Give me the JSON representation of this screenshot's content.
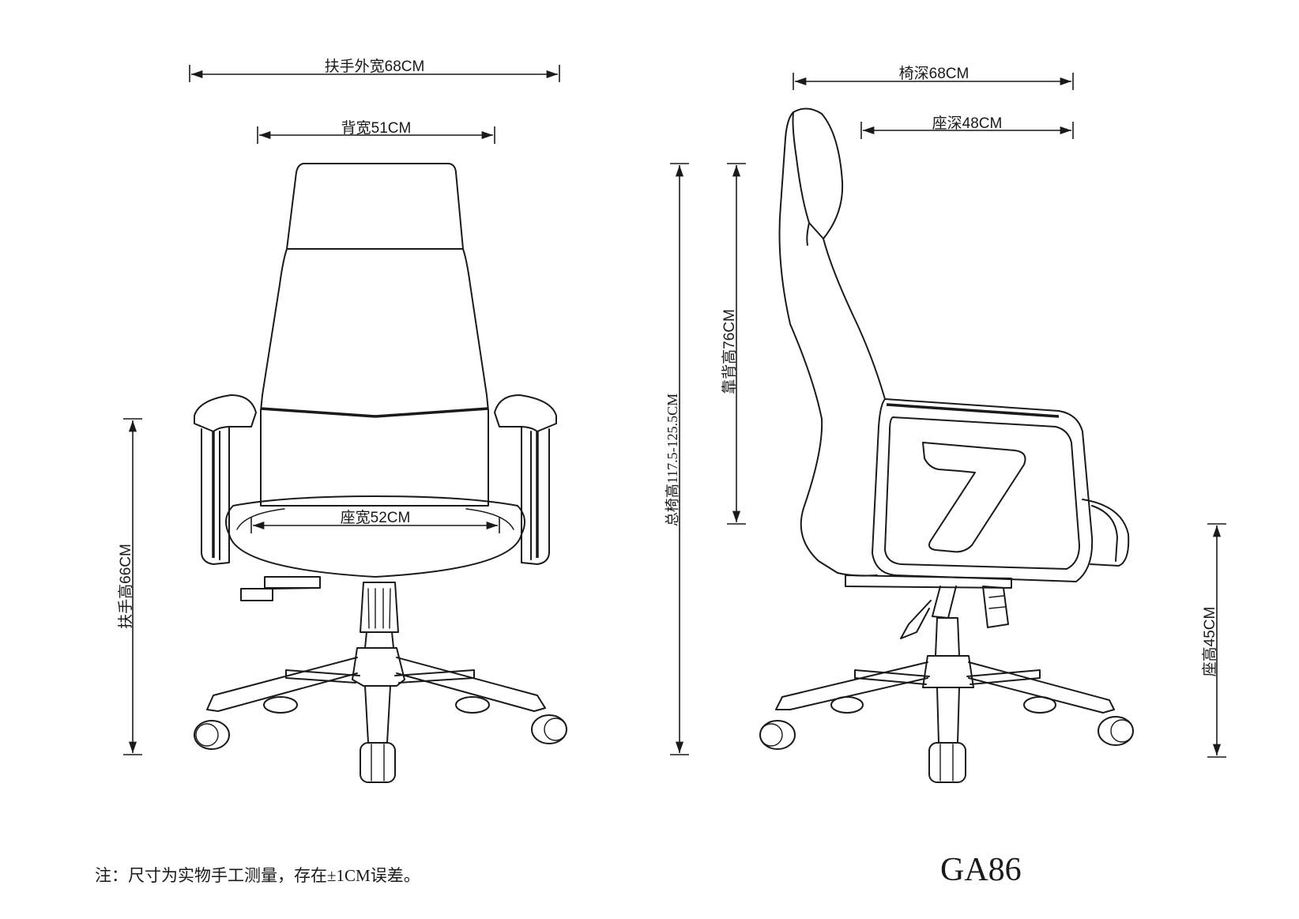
{
  "dimensions": {
    "armrest_outer_width": "扶手外宽68CM",
    "back_width": "背宽51CM",
    "seat_width": "座宽52CM",
    "armrest_height": "扶手高66CM",
    "total_height": "总椅高117.5-125.5CM",
    "back_height": "靠背高76CM",
    "chair_depth": "椅深68CM",
    "seat_depth": "座深48CM",
    "seat_height": "座高45CM"
  },
  "footnote": "注：尺寸为实物手工测量，存在±1CM误差。",
  "model_code": "GA86"
}
